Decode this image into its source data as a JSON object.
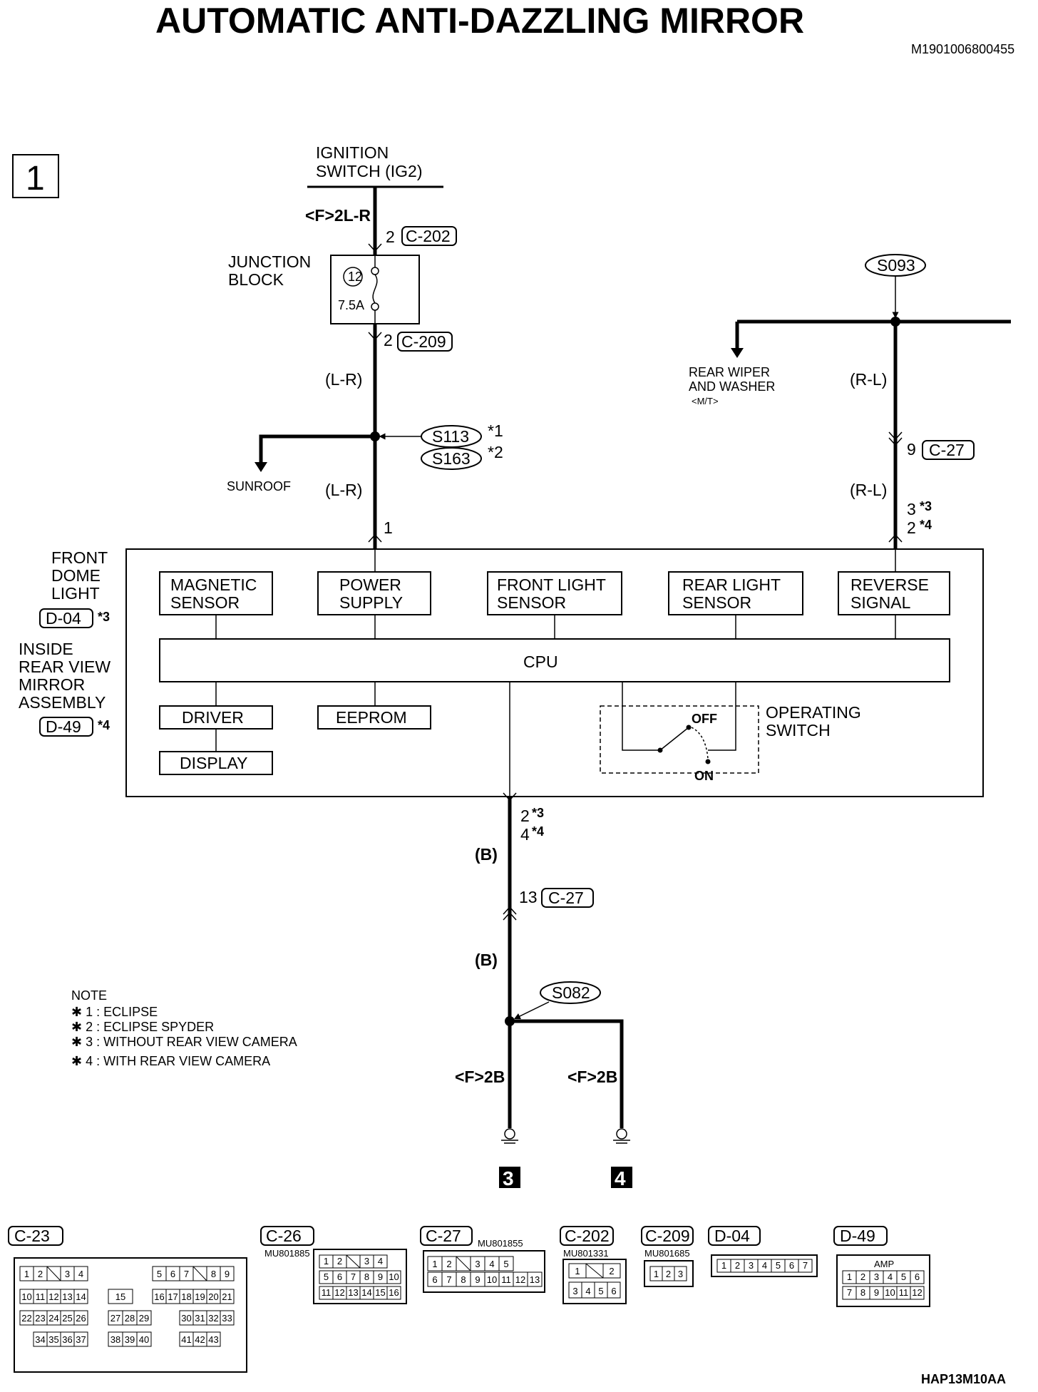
{
  "title": "AUTOMATIC ANTI-DAZZLING MIRROR",
  "doc_id": "M1901006800455",
  "page_box": "1",
  "figure_code": "HAP13M10AA",
  "ignition": {
    "line1": "IGNITION",
    "line2": "SWITCH (IG2)",
    "wire": "<F>2L-R"
  },
  "junction_block": {
    "line1": "JUNCTION",
    "line2": "BLOCK",
    "fuse_no": "12",
    "fuse_rating": "7.5A"
  },
  "conn": {
    "c202": "C-202",
    "c209": "C-209",
    "c27": "C-27",
    "c23": "C-23",
    "c26": "C-26",
    "d04": "D-04",
    "d49": "D-49"
  },
  "pins": {
    "p2": "2",
    "p1": "1",
    "p9": "9",
    "p13": "13",
    "p3": "3",
    "p4": "4",
    "star3": "*3",
    "star4": "*4",
    "star1": "*1",
    "star2": "*2"
  },
  "wires": {
    "lr": "(L-R)",
    "rl": "(R-L)",
    "b": "(B)",
    "f2b": "<F>2B"
  },
  "splices": {
    "s093": "S093",
    "s113": "S113",
    "s163": "S163",
    "s082": "S082"
  },
  "branches": {
    "sunroof": "SUNROOF",
    "rear_wiper_1": "REAR WIPER",
    "rear_wiper_2": "AND WASHER",
    "rear_wiper_3": "<M/T>"
  },
  "front_dome": {
    "line1": "FRONT",
    "line2": "DOME",
    "line3": "LIGHT"
  },
  "mirror_assy": {
    "line1": "INSIDE",
    "line2": "REAR VIEW",
    "line3": "MIRROR",
    "line4": "ASSEMBLY"
  },
  "blocks": {
    "magnetic_1": "MAGNETIC",
    "magnetic_2": "SENSOR",
    "power_1": "POWER",
    "power_2": "SUPPLY",
    "front_light_1": "FRONT LIGHT",
    "front_light_2": "SENSOR",
    "rear_light_1": "REAR LIGHT",
    "rear_light_2": "SENSOR",
    "reverse_1": "REVERSE",
    "reverse_2": "SIGNAL",
    "cpu": "CPU",
    "driver": "DRIVER",
    "eeprom": "EEPROM",
    "display": "DISPLAY"
  },
  "operating_switch": {
    "line1": "OPERATING",
    "line2": "SWITCH",
    "off": "OFF",
    "on": "ON"
  },
  "note": {
    "heading": "NOTE",
    "n1": "✱ 1 : ECLIPSE",
    "n2": "✱ 2 : ECLIPSE SPYDER",
    "n3": "✱ 3 : WITHOUT REAR VIEW CAMERA",
    "n4": "✱ 4 : WITH REAR VIEW CAMERA"
  },
  "grounds": {
    "g3": "3",
    "g4": "4"
  },
  "part_numbers": {
    "c26": "MU801885",
    "c27": "MU801855",
    "c202": "MU801331",
    "c209": "MU801685"
  },
  "amp": "AMP",
  "connectors": {
    "c23_row1_l": [
      "1",
      "2",
      "",
      "3",
      "4"
    ],
    "c23_row1_r": [
      "5",
      "6",
      "7",
      "",
      "8",
      "9"
    ],
    "c23_row2_l": [
      "10",
      "11",
      "12",
      "13",
      "14"
    ],
    "c23_row2_m": [
      "15"
    ],
    "c23_row2_r": [
      "16",
      "17",
      "18",
      "19",
      "20",
      "21"
    ],
    "c23_row3_l": [
      "22",
      "23",
      "24",
      "25",
      "26"
    ],
    "c23_row3_m": [
      "27",
      "28",
      "29"
    ],
    "c23_row3_r": [
      "30",
      "31",
      "32",
      "33"
    ],
    "c23_row4_l": [
      "34",
      "35",
      "36",
      "37"
    ],
    "c23_row4_m": [
      "38",
      "39",
      "40"
    ],
    "c23_row4_r": [
      "41",
      "42",
      "43"
    ],
    "c26_row1": [
      "1",
      "2",
      "",
      "3",
      "4"
    ],
    "c26_row2": [
      "5",
      "6",
      "7",
      "8",
      "9",
      "10"
    ],
    "c26_row3": [
      "11",
      "12",
      "13",
      "14",
      "15",
      "16"
    ],
    "c27_row1": [
      "1",
      "2",
      "",
      "3",
      "4",
      "5"
    ],
    "c27_row2": [
      "6",
      "7",
      "8",
      "9",
      "10",
      "11",
      "12",
      "13"
    ],
    "c202_row1": [
      "1",
      "",
      "2"
    ],
    "c202_row2": [
      "3",
      "4",
      "5",
      "6"
    ],
    "c209_row1": [
      "1",
      "2",
      "3"
    ],
    "d04_row1": [
      "1",
      "2",
      "3",
      "4",
      "5",
      "6",
      "7"
    ],
    "d49_row1": [
      "1",
      "2",
      "3",
      "4",
      "5",
      "6"
    ],
    "d49_row2": [
      "7",
      "8",
      "9",
      "10",
      "11",
      "12"
    ]
  }
}
